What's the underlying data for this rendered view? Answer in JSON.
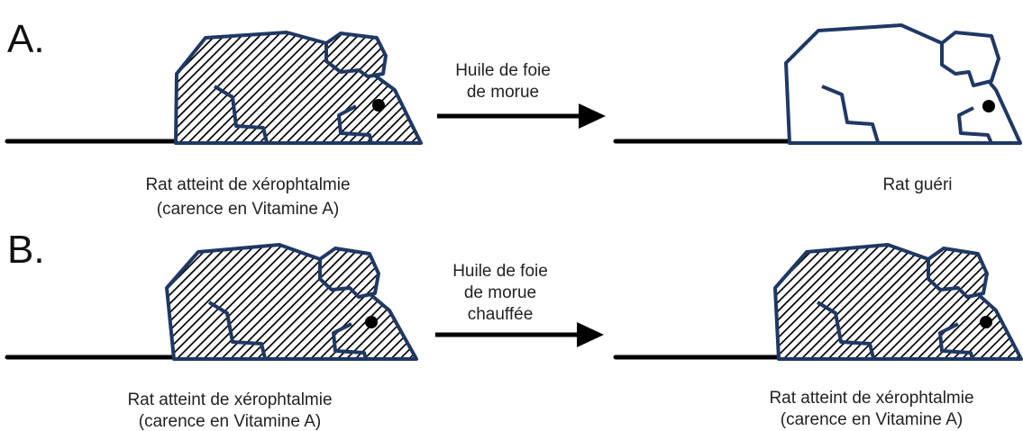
{
  "panel_a": {
    "label": "A.",
    "arrow_lines": [
      "Huile de foie",
      "de morue"
    ],
    "left_caption": [
      "Rat atteint de xérophtalmie",
      "(carence en Vitamine A)"
    ],
    "right_caption": [
      "Rat guéri"
    ]
  },
  "panel_b": {
    "label": "B.",
    "arrow_lines": [
      "Huile de foie",
      "de morue",
      "chauffée"
    ],
    "left_caption": [
      "Rat atteint de xérophtalmie",
      "(carence en Vitamine A)"
    ],
    "right_caption": [
      "Rat atteint de xérophtalmie",
      "(carence en Vitamine A)"
    ]
  },
  "colors": {
    "rat_outline": "#1f3864",
    "hatch": "#000000",
    "arrow": "#000000",
    "tail": "#000000"
  },
  "icons": {
    "sick_rat": "hatched-rat-icon",
    "healthy_rat": "outline-rat-icon",
    "arrow": "right-arrow-icon"
  }
}
